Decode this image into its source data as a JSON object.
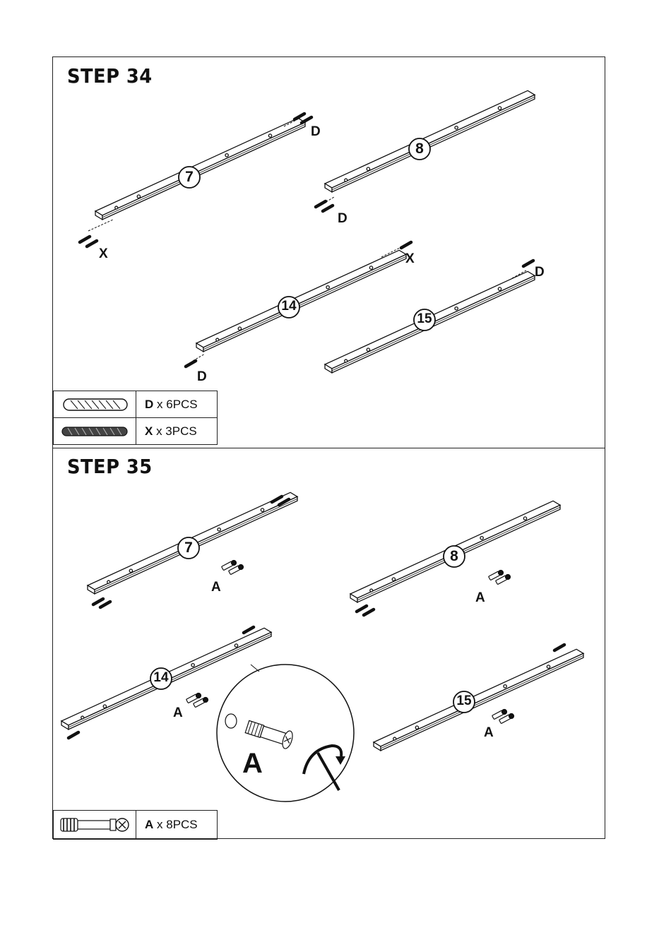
{
  "step34": {
    "title": "STEP 34",
    "panels": [
      "7",
      "8",
      "14",
      "15"
    ],
    "labels": {
      "d1": "D",
      "d2": "D",
      "d3": "D",
      "d4": "D",
      "x1": "X",
      "x2": "X"
    },
    "legend": [
      {
        "code": "D",
        "qty": "x 6PCS",
        "icon": "wooden-dowel-icon"
      },
      {
        "code": "X",
        "qty": "x 3PCS",
        "icon": "shelf-pin-icon"
      }
    ]
  },
  "step35": {
    "title": "STEP 35",
    "panels": [
      "7",
      "8",
      "14",
      "15"
    ],
    "labels": {
      "a1": "A",
      "a2": "A",
      "a3": "A",
      "a4": "A"
    },
    "detail_label": "A",
    "legend": [
      {
        "code": "A",
        "qty": "x 8PCS",
        "icon": "cam-bolt-icon"
      }
    ]
  }
}
